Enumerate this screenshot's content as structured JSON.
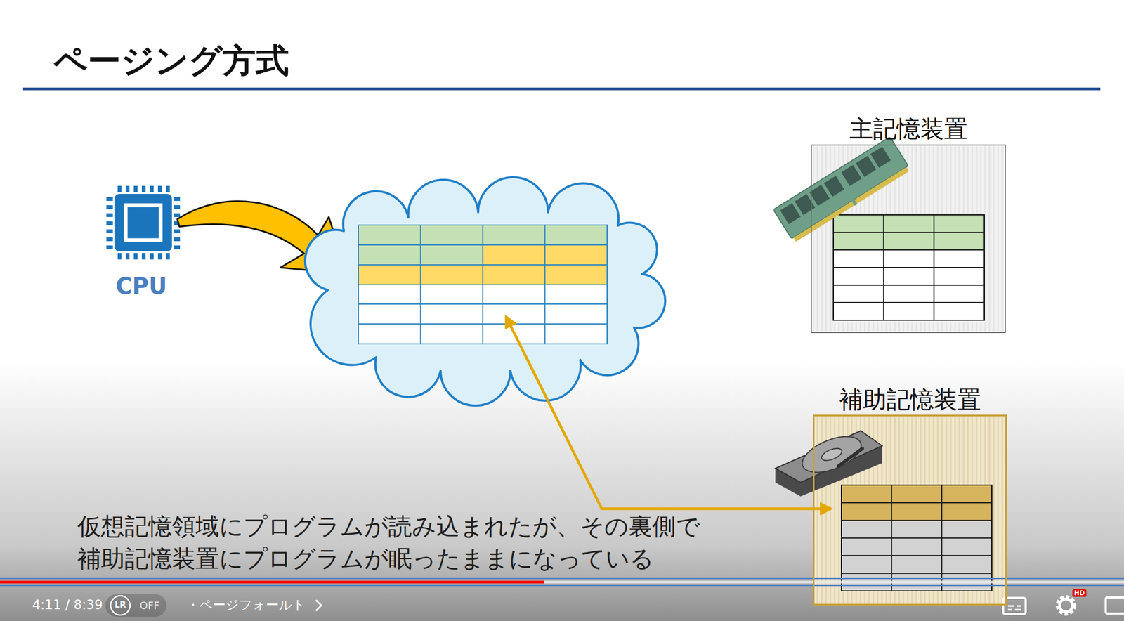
{
  "diagram": {
    "title": "ページング方式",
    "caption": "仮想記憶領域にプログラムが読み込まれたが、その裏側で 補助記憶装置にプログラムが眠ったままになっている",
    "nodes": [
      {
        "text": [
          "CPU"
        ]
      },
      {
        "text": [
          "主記憶装置"
        ]
      },
      {
        "text": [
          "補助記憶装置"
        ]
      }
    ],
    "labels": [
      "4:11 / 8:39",
      "LR",
      "OFF",
      "・ページフォールト",
      "HD"
    ]
  }
}
